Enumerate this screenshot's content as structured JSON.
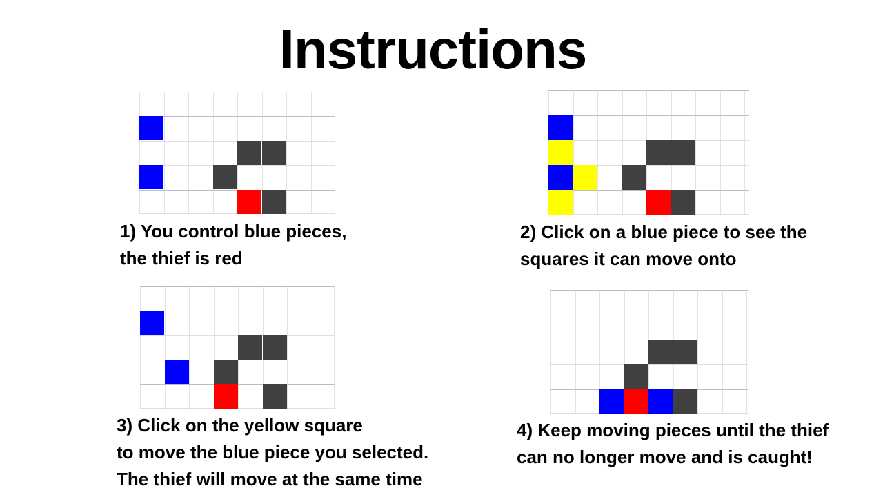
{
  "title": "Instructions",
  "colors": {
    "blue": "#0000ff",
    "red": "#ff0000",
    "yellow": "#ffff00",
    "wall": "#404040",
    "grid": "#c8ccd4",
    "grid_strong": "#8a939e"
  },
  "steps": [
    {
      "caption_lines": [
        "1) You control blue pieces,",
        "the thief is red"
      ],
      "board": {
        "rows": 5,
        "cols": 8,
        "cells": [
          {
            "r": 1,
            "c": 0,
            "type": "blue"
          },
          {
            "r": 2,
            "c": 4,
            "type": "wall"
          },
          {
            "r": 2,
            "c": 5,
            "type": "wall"
          },
          {
            "r": 3,
            "c": 0,
            "type": "blue"
          },
          {
            "r": 3,
            "c": 3,
            "type": "wall"
          },
          {
            "r": 4,
            "c": 4,
            "type": "red"
          },
          {
            "r": 4,
            "c": 5,
            "type": "wall"
          }
        ]
      }
    },
    {
      "caption_lines": [
        "2) Click on a blue piece to see the",
        "squares it can move onto"
      ],
      "board": {
        "rows": 5,
        "cols": 8,
        "cells": [
          {
            "r": 1,
            "c": 0,
            "type": "blue"
          },
          {
            "r": 2,
            "c": 0,
            "type": "yellow"
          },
          {
            "r": 2,
            "c": 4,
            "type": "wall"
          },
          {
            "r": 2,
            "c": 5,
            "type": "wall"
          },
          {
            "r": 3,
            "c": 0,
            "type": "blue"
          },
          {
            "r": 3,
            "c": 1,
            "type": "yellow"
          },
          {
            "r": 3,
            "c": 3,
            "type": "wall"
          },
          {
            "r": 4,
            "c": 0,
            "type": "yellow"
          },
          {
            "r": 4,
            "c": 4,
            "type": "red"
          },
          {
            "r": 4,
            "c": 5,
            "type": "wall"
          }
        ]
      }
    },
    {
      "caption_lines": [
        "3) Click on the yellow square",
        "to move the blue piece you selected.",
        "The thief will move at the same time"
      ],
      "board": {
        "rows": 5,
        "cols": 8,
        "cells": [
          {
            "r": 1,
            "c": 0,
            "type": "blue"
          },
          {
            "r": 2,
            "c": 4,
            "type": "wall"
          },
          {
            "r": 2,
            "c": 5,
            "type": "wall"
          },
          {
            "r": 3,
            "c": 1,
            "type": "blue"
          },
          {
            "r": 3,
            "c": 3,
            "type": "wall"
          },
          {
            "r": 4,
            "c": 3,
            "type": "red"
          },
          {
            "r": 4,
            "c": 5,
            "type": "wall"
          }
        ]
      }
    },
    {
      "caption_lines": [
        "4) Keep moving pieces until the thief",
        "can no longer move and is caught!"
      ],
      "board": {
        "rows": 5,
        "cols": 8,
        "cells": [
          {
            "r": 2,
            "c": 4,
            "type": "wall"
          },
          {
            "r": 2,
            "c": 5,
            "type": "wall"
          },
          {
            "r": 3,
            "c": 3,
            "type": "wall"
          },
          {
            "r": 4,
            "c": 2,
            "type": "blue"
          },
          {
            "r": 4,
            "c": 3,
            "type": "red"
          },
          {
            "r": 4,
            "c": 4,
            "type": "blue"
          },
          {
            "r": 4,
            "c": 5,
            "type": "wall"
          }
        ]
      }
    }
  ]
}
